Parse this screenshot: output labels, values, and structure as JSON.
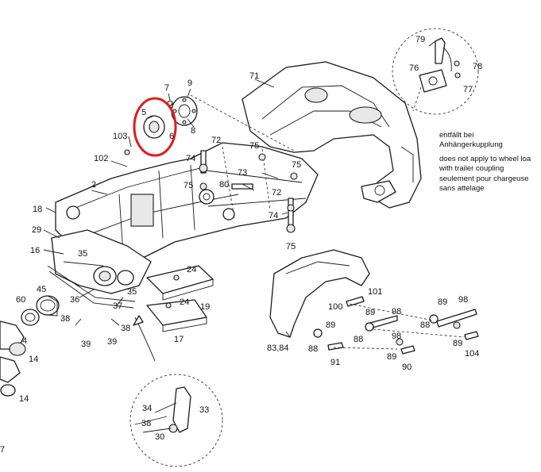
{
  "labels": {
    "l1": "71",
    "l2": "79",
    "l3": "76",
    "l4": "78",
    "l5": "77",
    "l6": "7",
    "l7": "9",
    "l8": "5",
    "l9": "6",
    "l10": "8",
    "l11": "103",
    "l12": "102",
    "l13": "72",
    "l14": "74",
    "l15": "75",
    "l16": "73",
    "l17": "75",
    "l18": "80",
    "l19": "75",
    "l20": "72",
    "l21": "74",
    "l22": "75",
    "l23": "2",
    "l24": "18",
    "l25": "29",
    "l26": "16",
    "l27": "35",
    "l28": "24",
    "l29": "35",
    "l30": "24",
    "l31": "19",
    "l32": "17",
    "l33": "45",
    "l34": "60",
    "l35": "36",
    "l36": "37",
    "l37": "38",
    "l38": "38",
    "l39": "39",
    "l40": "39",
    "l41": "4",
    "l42": "14",
    "l43": "14",
    "l44": "101",
    "l45": "100",
    "l46": "98",
    "l47": "89",
    "l48": "88",
    "l49": "89",
    "l50": "98",
    "l51": "88",
    "l52": "89",
    "l53": "104",
    "l54": "98",
    "l55": "89",
    "l56": "90",
    "l57": "89",
    "l58": "88",
    "l59": "91",
    "l60": "83,84",
    "l61": "34",
    "l62": "33",
    "l63": "38",
    "l64": "30",
    "l65": "7"
  },
  "notes": {
    "de": "entfällt bei",
    "de2": "Anhängerkupplung",
    "en": "does not apply to wheel loa",
    "en2": "with trailer coupling",
    "fr": "seulement pour chargeuse",
    "fr2": "sans attelage"
  },
  "highlight": {
    "color": "#e21b1b",
    "target_label": "5"
  }
}
